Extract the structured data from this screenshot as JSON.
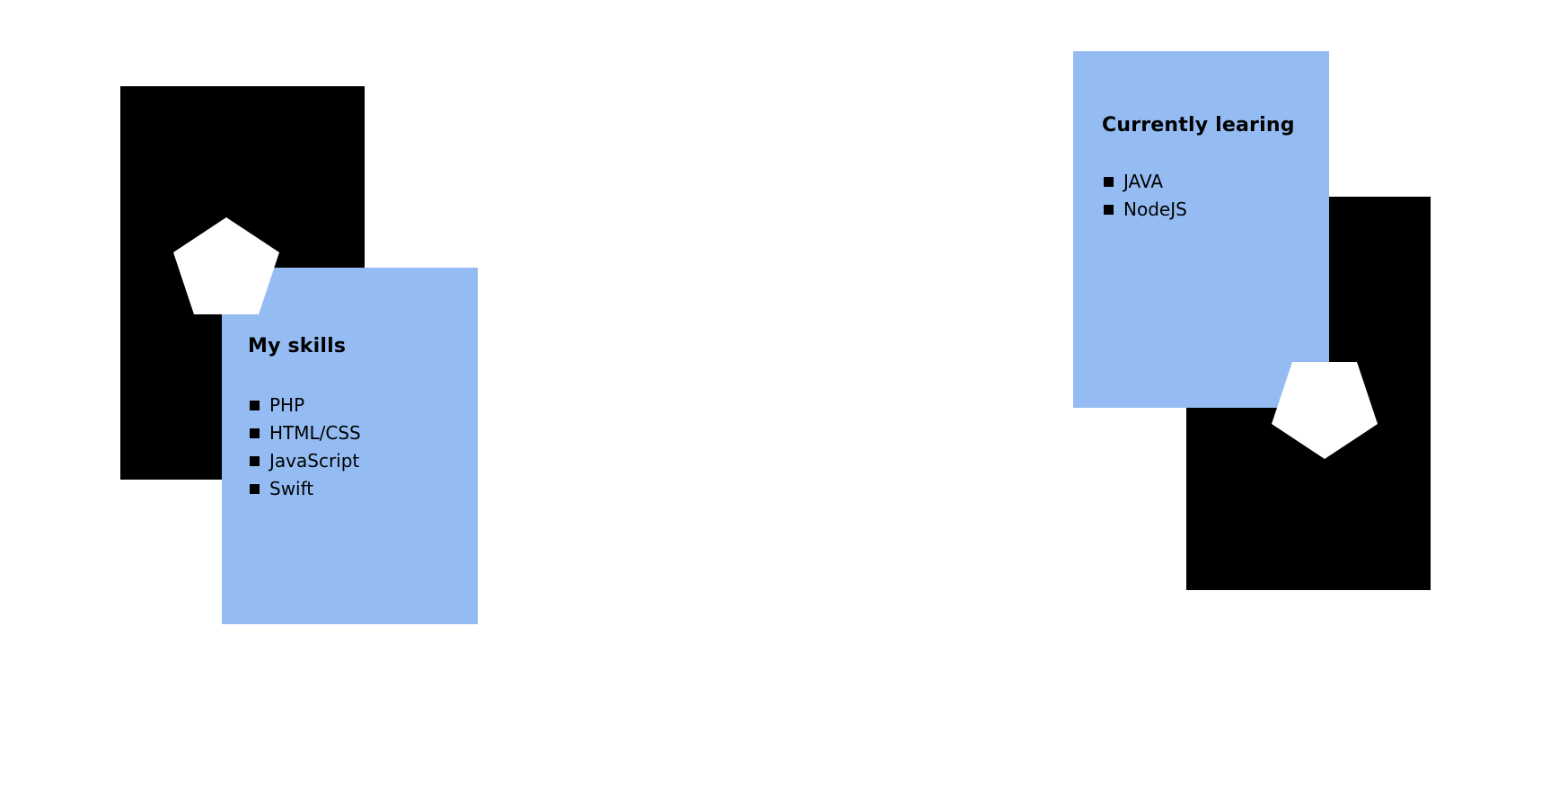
{
  "colors": {
    "card_background": "#94bcf3",
    "panel_background": "#000000",
    "page_background": "#ffffff",
    "shape_fill": "#ffffff"
  },
  "skills_card": {
    "title": "My skills",
    "items": [
      "PHP",
      "HTML/CSS",
      "JavaScript",
      "Swift"
    ]
  },
  "learning_card": {
    "title": "Currently learing",
    "items": [
      "JAVA",
      "NodeJS"
    ]
  },
  "icons": {
    "left_shape": "pentagon",
    "right_shape": "pentagon"
  }
}
